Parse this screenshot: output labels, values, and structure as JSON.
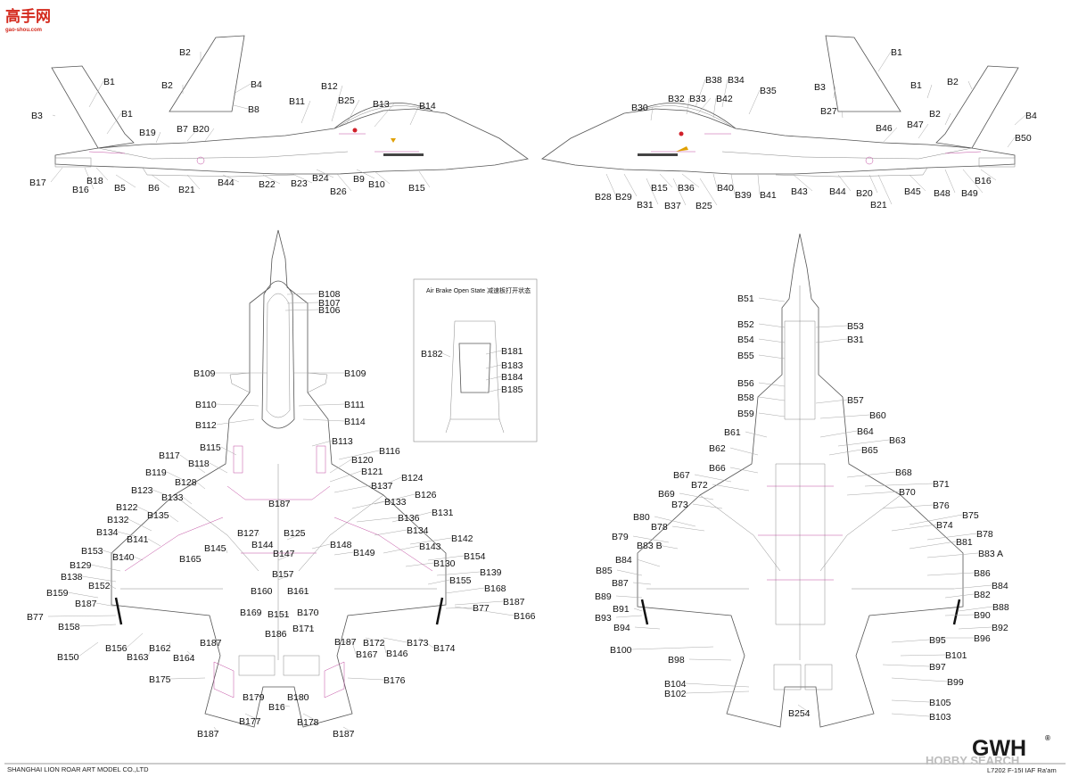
{
  "watermark": {
    "top_text": "高手网",
    "top_sub": "gao-shou.com"
  },
  "inset_title": "Air Brake Open State 减速板打开状态",
  "footer": {
    "left": "SHANGHAI LION ROAR ART MODEL CO.,LTD",
    "right": "L7202 F-15I IAF Ra'am",
    "brand": "GWH",
    "brand_reg": "®",
    "hobby_mark": "HOBBY SEARCH"
  },
  "views": {
    "left_side": [
      "B1",
      "B2",
      "B3",
      "B1",
      "B2",
      "B4",
      "B8",
      "B11",
      "B12",
      "B25",
      "B13",
      "B14",
      "B19",
      "B7",
      "B20",
      "B17",
      "B16",
      "B18",
      "B5",
      "B6",
      "B21",
      "B44",
      "B22",
      "B23",
      "B24",
      "B26",
      "B9",
      "B10",
      "B15"
    ],
    "right_side": [
      "B1",
      "B38",
      "B34",
      "B35",
      "B3",
      "B1",
      "B2",
      "B30",
      "B32",
      "B33",
      "B42",
      "B27",
      "B2",
      "B4",
      "B46",
      "B47",
      "B50",
      "B28",
      "B29",
      "B15",
      "B36",
      "B40",
      "B39",
      "B41",
      "B43",
      "B44",
      "B20",
      "B45",
      "B48",
      "B49",
      "B16",
      "B31",
      "B37",
      "B25",
      "B21"
    ],
    "top": [
      "B108",
      "B107",
      "B106",
      "B109",
      "B109",
      "B110",
      "B111",
      "B112",
      "B114",
      "B113",
      "B115",
      "B116",
      "B117",
      "B118",
      "B120",
      "B121",
      "B119",
      "B128",
      "B124",
      "B137",
      "B123",
      "B133",
      "B126",
      "B187",
      "B133",
      "B122",
      "B135",
      "B136",
      "B131",
      "B132",
      "B134",
      "B127",
      "B125",
      "B134",
      "B142",
      "B141",
      "B145",
      "B144",
      "B148",
      "B143",
      "B153",
      "B140",
      "B165",
      "B147",
      "B149",
      "B154",
      "B130",
      "B129",
      "B139",
      "B138",
      "B157",
      "B155",
      "B152",
      "B160",
      "B161",
      "B168",
      "B159",
      "B187",
      "B187",
      "B77",
      "B169",
      "B151",
      "B170",
      "B77",
      "B166",
      "B158",
      "B171",
      "B186",
      "B187",
      "B187",
      "B172",
      "B173",
      "B174",
      "B156",
      "B162",
      "B167",
      "B146",
      "B150",
      "B163",
      "B164",
      "B175",
      "B176",
      "B179",
      "B180",
      "B16",
      "B177",
      "B178",
      "B187",
      "B187"
    ],
    "inset": [
      "B182",
      "B181",
      "B183",
      "B184",
      "B185"
    ],
    "bottom": [
      "B51",
      "B52",
      "B53",
      "B54",
      "B31",
      "B55",
      "B56",
      "B58",
      "B57",
      "B59",
      "B60",
      "B61",
      "B64",
      "B62",
      "B63",
      "B65",
      "B66",
      "B68",
      "B67",
      "B72",
      "B71",
      "B69",
      "B70",
      "B73",
      "B76",
      "B80",
      "B75",
      "B78",
      "B74",
      "B79",
      "B78",
      "B83 B",
      "B81",
      "B83 A",
      "B84",
      "B85",
      "B86",
      "B87",
      "B84",
      "B89",
      "B82",
      "B91",
      "B88",
      "B93",
      "B90",
      "B94",
      "B92",
      "B95",
      "B96",
      "B100",
      "B101",
      "B98",
      "B97",
      "B99",
      "B104",
      "B102",
      "B105",
      "B254",
      "B103"
    ]
  }
}
